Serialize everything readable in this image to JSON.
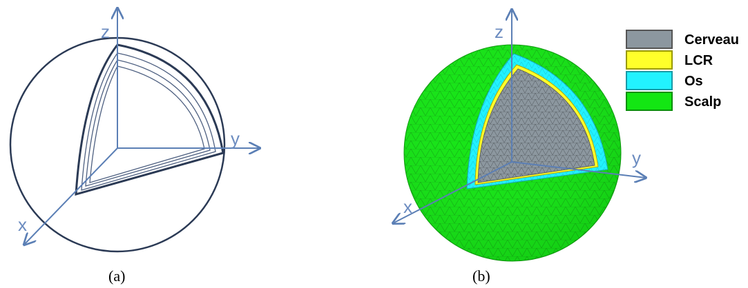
{
  "panel_a": {
    "caption": "(a)",
    "axes": {
      "x": "x",
      "y": "y",
      "z": "z"
    }
  },
  "panel_b": {
    "caption": "(b)",
    "axes": {
      "x": "x",
      "y": "y",
      "z": "z"
    },
    "legend": [
      {
        "label": "Cerveau",
        "color": "#8c979f",
        "border": "#555555"
      },
      {
        "label": "LCR",
        "color": "#ffff2a",
        "border": "#999900"
      },
      {
        "label": "Os",
        "color": "#22f2ff",
        "border": "#199aa8"
      },
      {
        "label": "Scalp",
        "color": "#13e613",
        "border": "#0a8f0a"
      }
    ]
  },
  "colors": {
    "axis": "#5b7fb5",
    "outline": "#2b3a55",
    "scalp": "#13e613",
    "bone": "#22f2ff",
    "csf": "#ffff2a",
    "brain": "#8c979f"
  }
}
